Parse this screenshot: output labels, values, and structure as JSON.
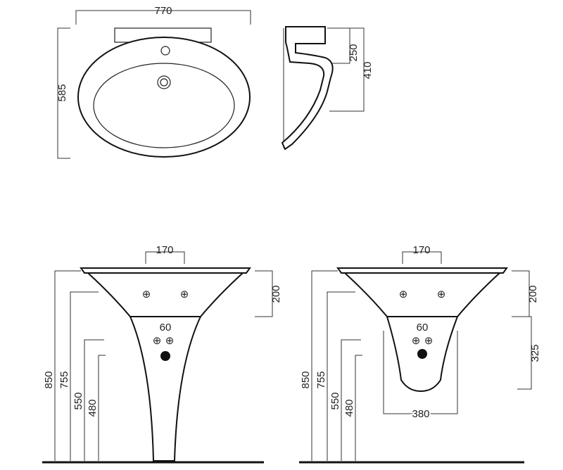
{
  "top_view": {
    "width": "770",
    "depth": "585"
  },
  "side_view": {
    "tap_height": "250",
    "total_height": "410"
  },
  "pedestal_view": {
    "tap_spacing": "170",
    "basin_height": "200",
    "hole_spacing": "60",
    "total_height": "850",
    "h755": "755",
    "h550": "550",
    "h480": "480"
  },
  "semi_pedestal_view": {
    "tap_spacing": "170",
    "basin_height": "200",
    "hole_spacing": "60",
    "semi_pedestal_height": "325",
    "semi_pedestal_width": "380",
    "total_height": "850",
    "h755": "755",
    "h550": "550",
    "h480": "480"
  }
}
